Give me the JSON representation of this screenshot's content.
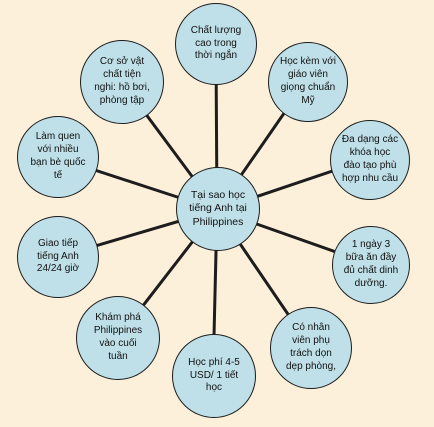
{
  "diagram": {
    "center": "Tại sao học\ntiếng Anh tại\nPhilippines",
    "nodes": [
      "Chất lượng\ncao trong\nthời ngắn",
      "Học kèm với\ngiáo viên\ngiọng chuẩn\nMỹ",
      "Đa dạng các\nkhóa học\nđào tạo phù\nhợp nhu cầu",
      "1 ngày 3\nbữa ăn đầy\nđủ chất dinh\ndưỡng.",
      "Có nhân\nviên phụ\ntrách dọn\ndẹp phòng,",
      "Học phí 4-5\nUSD/ 1 tiết\nhọc",
      "Khám phá\nPhilippines\nvào cuối\ntuần",
      "Giao tiếp\ntiếng Anh\n24/24 giờ",
      "Làm quen\nvới nhiều\nbạn bè quốc\ntế",
      "Cơ sở vật\nchất tiện\nnghi: hồ bơi,\nphòng tập"
    ],
    "colors": {
      "fill": "#bfe0e8",
      "stroke": "#1d1d1d",
      "background": "#fdf0db"
    }
  }
}
